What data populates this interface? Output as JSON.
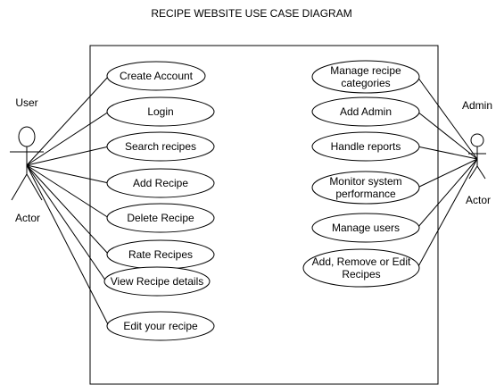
{
  "title": "RECIPE WEBSITE USE CASE DIAGRAM",
  "actors": {
    "user": {
      "name": "User",
      "stereotype": "Actor"
    },
    "admin": {
      "name": "Admin",
      "stereotype": "Actor"
    }
  },
  "user_use_cases": [
    {
      "label": [
        "Create Account"
      ]
    },
    {
      "label": [
        "Login"
      ]
    },
    {
      "label": [
        "Search recipes"
      ]
    },
    {
      "label": [
        "Add Recipe"
      ]
    },
    {
      "label": [
        "Delete Recipe"
      ]
    },
    {
      "label": [
        "Rate Recipes"
      ]
    },
    {
      "label": [
        "View Recipe details"
      ]
    },
    {
      "label": [
        "Edit your recipe"
      ]
    }
  ],
  "admin_use_cases": [
    {
      "label": [
        "Manage recipe",
        "categories"
      ]
    },
    {
      "label": [
        "Add Admin"
      ]
    },
    {
      "label": [
        "Handle reports"
      ]
    },
    {
      "label": [
        "Monitor system",
        "performance"
      ]
    },
    {
      "label": [
        "Manage users"
      ]
    },
    {
      "label": [
        "Add, Remove or Edit",
        "Recipes"
      ]
    }
  ],
  "colors": {
    "stroke": "#000000",
    "fill": "#ffffff"
  }
}
